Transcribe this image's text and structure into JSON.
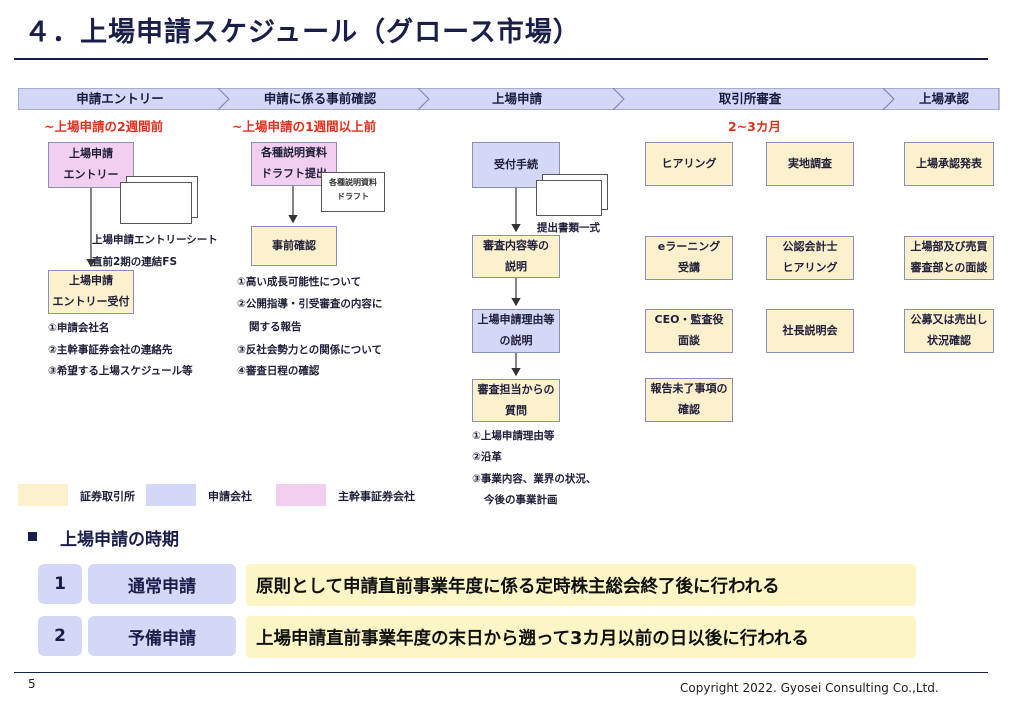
{
  "title": "４．上場申請スケジュール（グロース市場）",
  "phases": [
    {
      "label": "申請エントリー",
      "timing": "~上場申請の2週間前"
    },
    {
      "label": "申請に係る事前確認",
      "timing": "~上場申請の1週間以上前"
    },
    {
      "label": "上場申請",
      "timing": ""
    },
    {
      "label": "取引所審査",
      "timing": "2~3カ月"
    },
    {
      "label": "上場承認",
      "timing": ""
    }
  ],
  "col1": {
    "entry_box": [
      "上場申請",
      "エントリー"
    ],
    "sheet_note": [
      "上場申請エントリーシート",
      "直前2期の連結FS"
    ],
    "accept_box": [
      "上場申請",
      "エントリー受付"
    ],
    "items": [
      "①申請会社名",
      "②主幹事証券会社の連絡先",
      "③希望する上場スケジュール等"
    ]
  },
  "col2": {
    "draft_box": [
      "各種説明資料",
      "ドラフト提出"
    ],
    "draft_doc": [
      "各種説明資料",
      "ドラフト"
    ],
    "check_box": "事前確認",
    "items": [
      "①高い成長可能性について",
      "②公開指導・引受審査の内容に",
      "関する報告",
      "③反社会勢力との関係について",
      "④審査日程の確認"
    ]
  },
  "col3": {
    "accept_box": "受付手続",
    "docs_note": "提出書類一式",
    "review_box": [
      "審査内容等の",
      "説明"
    ],
    "reason_box": [
      "上場申請理由等",
      "の説明"
    ],
    "question_box": [
      "審査担当からの",
      "質問"
    ],
    "items": [
      "①上場申請理由等",
      "②沿革",
      "③事業内容、業界の状況、",
      "今後の事業計画"
    ]
  },
  "col4": {
    "boxes": [
      {
        "lines": [
          "ヒアリング"
        ]
      },
      {
        "lines": [
          "eラーニング",
          "受講"
        ]
      },
      {
        "lines": [
          "CEO・監査役",
          "面談"
        ]
      },
      {
        "lines": [
          "報告未了事項の",
          "確認"
        ]
      }
    ],
    "boxes_b": [
      {
        "lines": [
          "実地調査"
        ]
      },
      {
        "lines": [
          "公認会計士",
          "ヒアリング"
        ]
      },
      {
        "lines": [
          "社長説明会"
        ]
      }
    ]
  },
  "col5": {
    "boxes": [
      {
        "lines": [
          "上場承認発表"
        ]
      },
      {
        "lines": [
          "上場部及び売買",
          "審査部との面談"
        ]
      },
      {
        "lines": [
          "公募又は売出し",
          "状況確認"
        ]
      }
    ]
  },
  "legend": [
    {
      "label": "証券取引所",
      "color": "#fcf0cd"
    },
    {
      "label": "申請会社",
      "color": "#d4d7f5"
    },
    {
      "label": "主幹事証券会社",
      "color": "#f2cff0"
    }
  ],
  "section": {
    "heading": "上場申請の時期",
    "rows": [
      {
        "num": "1",
        "kind": "通常申請",
        "desc": "原則として申請直前事業年度に係る定時株主総会終了後に行われる"
      },
      {
        "num": "2",
        "kind": "予備申請",
        "desc": "上場申請直前事業年度の末日から遡って3カ月以前の日以後に行われる"
      }
    ]
  },
  "footer": {
    "page": "5",
    "copyright": "Copyright 2022. Gyosei Consulting Co.,Ltd."
  }
}
